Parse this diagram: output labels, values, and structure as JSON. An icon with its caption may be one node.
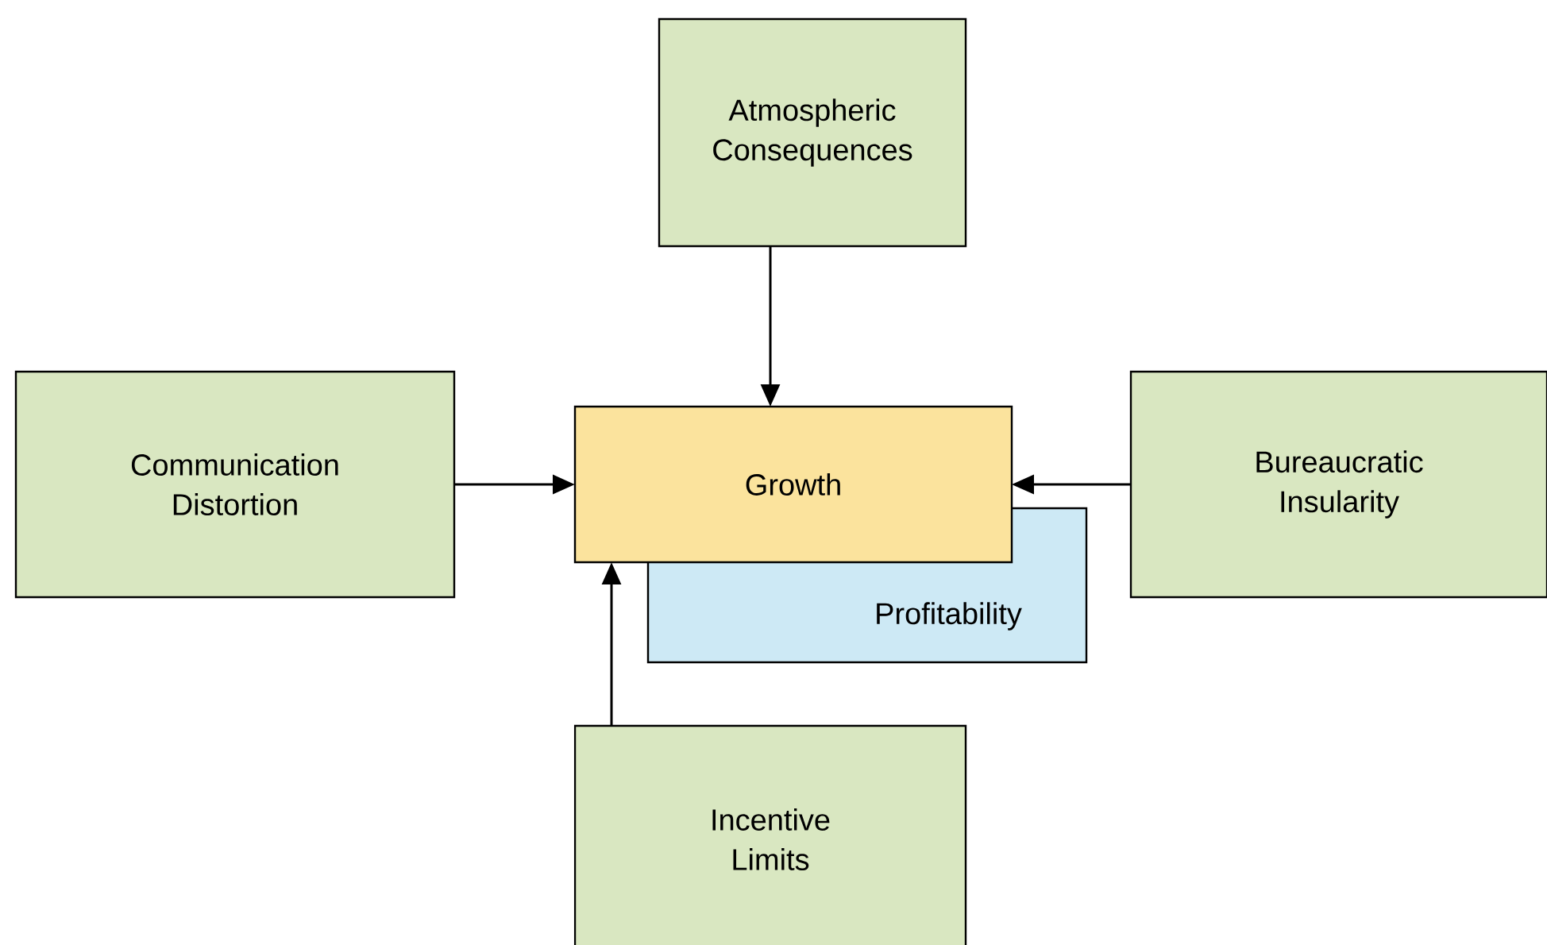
{
  "diagram": {
    "nodes": [
      {
        "text": [
          "Atmospheric Consequences"
        ]
      },
      {
        "text": [
          "Communication Distortion"
        ]
      },
      {
        "text": [
          "Growth"
        ]
      },
      {
        "text": [
          "Profitability"
        ]
      },
      {
        "text": [
          "Bureaucratic Insularity"
        ]
      },
      {
        "text": [
          "Incentive Limits"
        ]
      }
    ],
    "edges": [
      {
        "from": 0,
        "to": 2,
        "arrow": "to"
      },
      {
        "from": 1,
        "to": 2,
        "arrow": "to"
      },
      {
        "from": 4,
        "to": 2,
        "arrow": "to"
      },
      {
        "from": 5,
        "to": 2,
        "arrow": "to"
      }
    ]
  }
}
